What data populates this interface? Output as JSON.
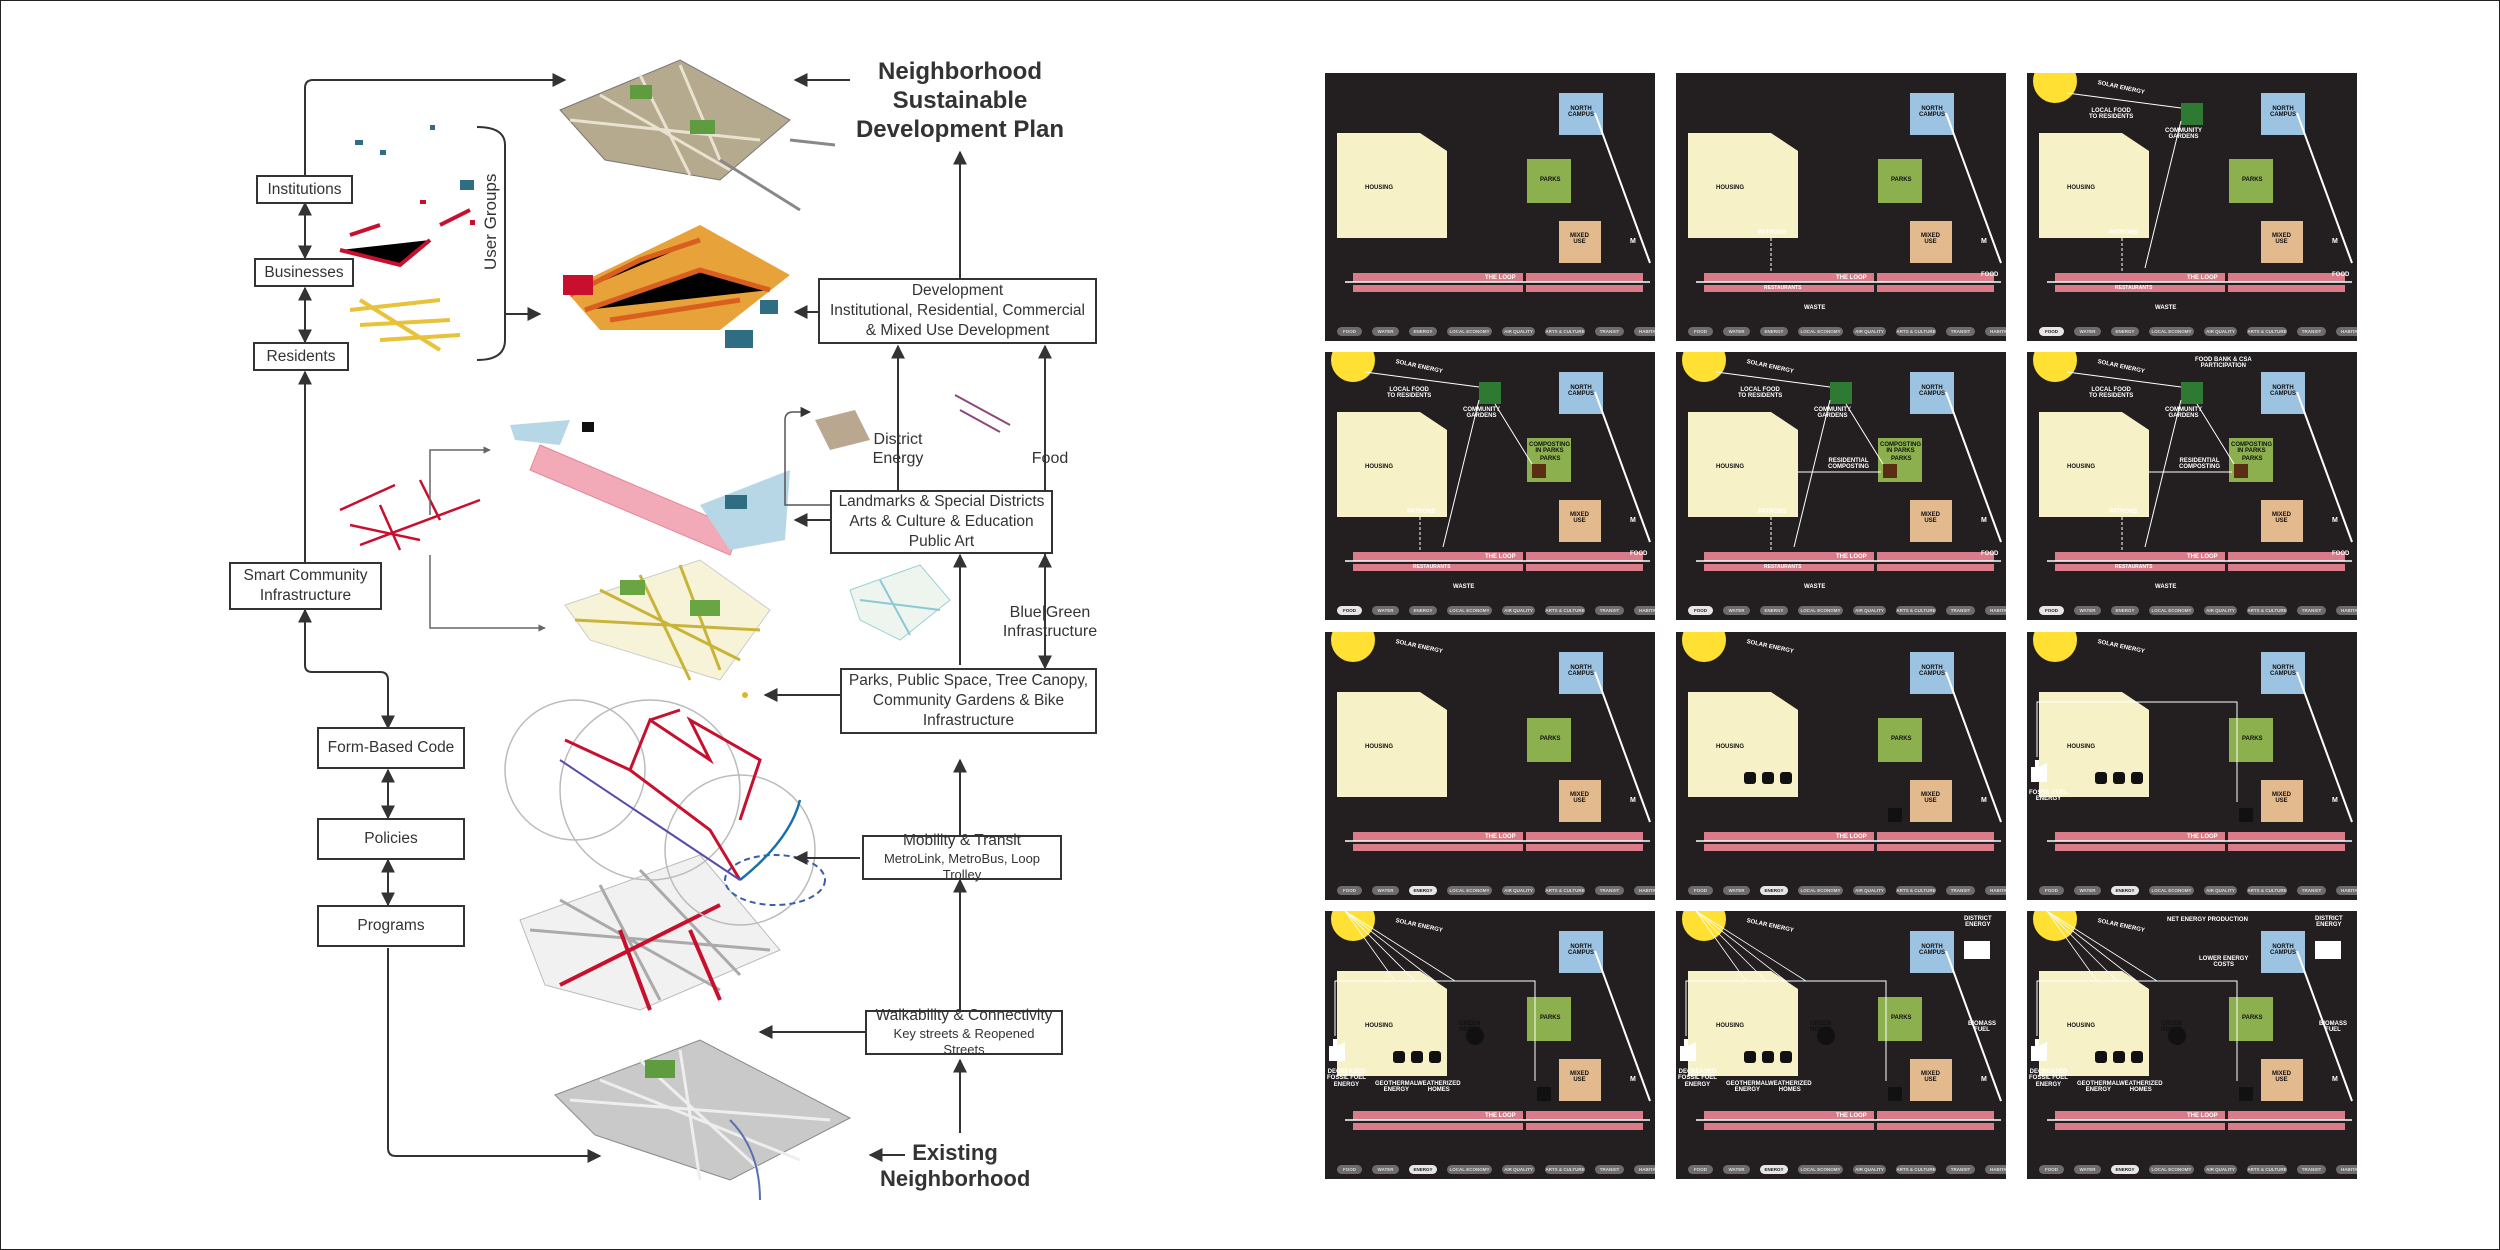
{
  "diagram": {
    "title": "Neighborhood Sustainable Development Plan",
    "title_lines": [
      "Neighborhood",
      "Sustainable",
      "Development Plan"
    ],
    "bottom_title_lines": [
      "Existing",
      "Neighborhood"
    ],
    "user_groups_label": "User Groups",
    "left_boxes": {
      "institutions": "Institutions",
      "businesses": "Businesses",
      "residents": "Residents",
      "smart_community": [
        "Smart Community",
        "Infrastructure"
      ],
      "form_based_code": "Form-Based Code",
      "policies": "Policies",
      "programs": "Programs"
    },
    "right_boxes": {
      "development": [
        "Development",
        "Institutional, Residential, Commercial",
        "& Mixed Use Development"
      ],
      "landmarks": [
        "Landmarks & Special Districts",
        "Arts & Culture & Education",
        "Public Art"
      ],
      "parks": [
        "Parks, Public Space, Tree Canopy,",
        "Community Gardens & Bike",
        "Infrastructure"
      ],
      "mobility": [
        "Mobility & Transit",
        "MetroLink, MetroBus, Loop Trolley"
      ],
      "walkability": [
        "Walkability & Connectivity",
        "Key streets & Reopened Streets"
      ]
    },
    "labels": {
      "district_energy": [
        "District",
        "Energy"
      ],
      "food": "Food",
      "blue_green": [
        "Blue|Green",
        "Infrastructure"
      ]
    }
  },
  "panels": {
    "common": {
      "housing": "HOUSING",
      "north_campus": [
        "NORTH",
        "CAMPUS"
      ],
      "parks": "PARKS",
      "mixed_use": [
        "MIXED",
        "USE"
      ],
      "the_loop": "THE LOOP",
      "m": "M",
      "food": "FOOD",
      "patrons": "PATRONS",
      "restaurants": "RESTAURANTS",
      "waste": "WASTE",
      "solar_energy": "SOLAR ENERGY",
      "local_food": [
        "LOCAL FOOD",
        "TO RESIDENTS"
      ],
      "community_gardens": [
        "COMMUNITY",
        "GARDENS"
      ],
      "composting": [
        "COMPOSTING",
        "IN PARKS"
      ],
      "residential_composting": [
        "RESIDENTIAL",
        "COMPOSTING"
      ],
      "food_bank": [
        "FOOD BANK & CSA",
        "PARTICIPATION"
      ],
      "fossil_fuel": [
        "FOSSIL FUEL",
        "ENERGY"
      ],
      "decreased_fossil": [
        "DECREASED",
        "FOSSIL FUEL",
        "ENERGY"
      ],
      "geothermal": [
        "GEOTHERMAL",
        "ENERGY"
      ],
      "weatherized": [
        "WEATHERIZED",
        "HOMES"
      ],
      "district_energy": [
        "DISTRICT",
        "ENERGY"
      ],
      "biomass": [
        "BIOMASS",
        "FUEL"
      ],
      "net_energy": "NET ENERGY PRODUCTION",
      "lower_costs": [
        "LOWER ENERGY",
        "COSTS"
      ],
      "green_roofs": [
        "GREEN",
        "ROOFS"
      ]
    },
    "tabs": [
      "FOOD",
      "WATER",
      "ENERGY",
      "LOCAL ECONOMY",
      "AIR QUALITY",
      "ARTS & CULTURE",
      "TRANSIT",
      "HABITAT"
    ]
  },
  "colors": {
    "panel_bg": "#231f20",
    "housing": "#f7f1c8",
    "north_campus": "#9cc3e1",
    "parks": "#8db04f",
    "mixed_use": "#e3b98e",
    "loop": "#d97b89",
    "sun": "#ffe033",
    "garden": "#2e7a33",
    "compost": "#5a2e12"
  }
}
